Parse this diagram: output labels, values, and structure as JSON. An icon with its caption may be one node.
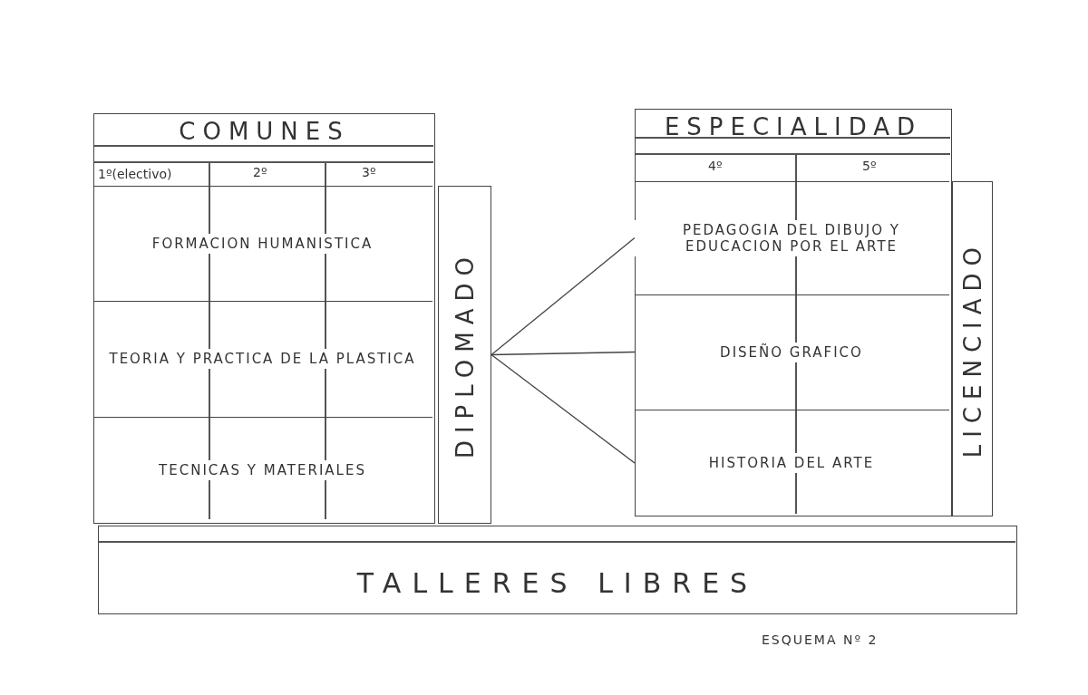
{
  "diagram": {
    "nodes": [
      {
        "text": [
          "COMUNES"
        ]
      },
      {
        "text": [
          "FORMACION HUMANISTICA"
        ],
        "in": 0
      },
      {
        "text": [
          "TEORIA Y PRACTICA DE LA PLASTICA"
        ],
        "in": 0
      },
      {
        "text": [
          "TECNICAS Y MATERIALES"
        ],
        "in": 0
      },
      {
        "text": [
          "DIPLOMADO"
        ]
      },
      {
        "text": [
          "ESPECIALIDAD"
        ]
      },
      {
        "text": [
          "PEDAGOGIA DEL DIBUJO Y EDUCACION POR EL ARTE"
        ],
        "in": 5
      },
      {
        "text": [
          "DISEÑO GRAFICO"
        ],
        "in": 5
      },
      {
        "text": [
          "HISTORIA DEL ARTE"
        ],
        "in": 5
      },
      {
        "text": [
          "LICENCIADO"
        ]
      },
      {
        "text": [
          "TALLERES LIBRES"
        ]
      }
    ],
    "edges": [
      {
        "from": 4,
        "to": 6,
        "arrow": "none"
      },
      {
        "from": 4,
        "to": 7,
        "arrow": "none"
      },
      {
        "from": 4,
        "to": 8,
        "arrow": "none"
      }
    ],
    "labels": [
      "1º(electivo)",
      "2º",
      "3º",
      "4º",
      "5º",
      "ESQUEMA Nº 2"
    ]
  }
}
